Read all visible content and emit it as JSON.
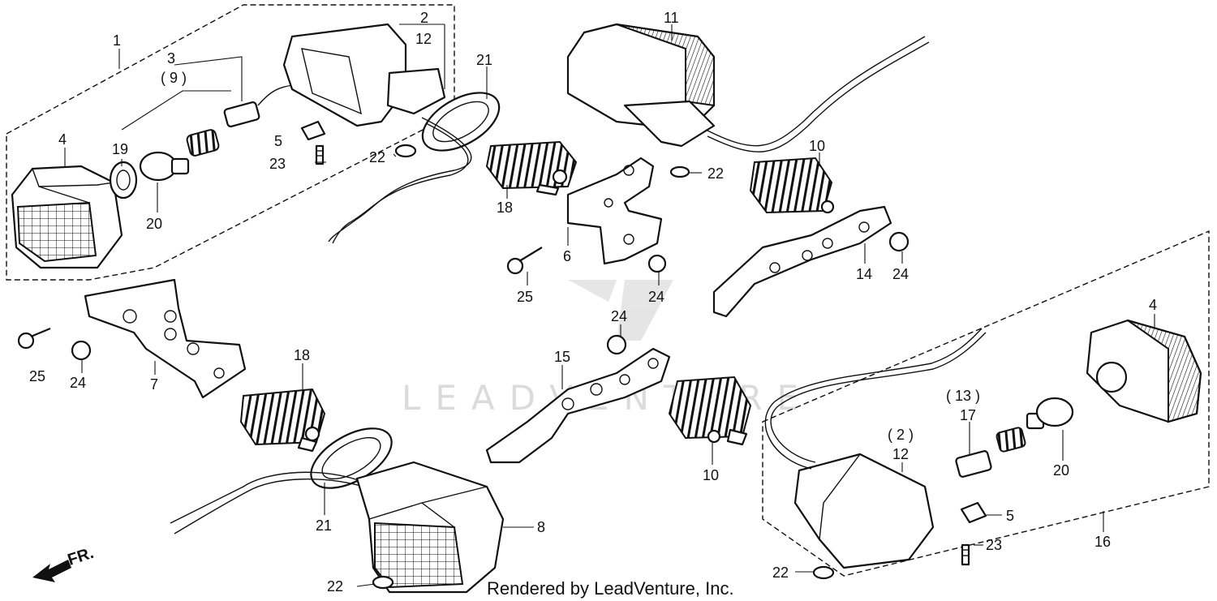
{
  "watermark": "LEADVENTURE",
  "footer": "Rendered by LeadVenture, Inc.",
  "direction_label": "FR.",
  "callouts": [
    {
      "id": "c1",
      "text": "1"
    },
    {
      "id": "c2a",
      "text": "2"
    },
    {
      "id": "c12a",
      "text": "12"
    },
    {
      "id": "c3",
      "text": "3"
    },
    {
      "id": "c9",
      "text": "( 9 )"
    },
    {
      "id": "c4a",
      "text": "4"
    },
    {
      "id": "c19",
      "text": "19"
    },
    {
      "id": "c20a",
      "text": "20"
    },
    {
      "id": "c5a",
      "text": "5"
    },
    {
      "id": "c23a",
      "text": "23"
    },
    {
      "id": "c21a",
      "text": "21"
    },
    {
      "id": "c22a",
      "text": "22"
    },
    {
      "id": "c11",
      "text": "11"
    },
    {
      "id": "c18a",
      "text": "18"
    },
    {
      "id": "c6",
      "text": "6"
    },
    {
      "id": "c25a",
      "text": "25"
    },
    {
      "id": "c24a",
      "text": "24"
    },
    {
      "id": "c22b",
      "text": "22"
    },
    {
      "id": "c10a",
      "text": "10"
    },
    {
      "id": "c14",
      "text": "14"
    },
    {
      "id": "c24b",
      "text": "24"
    },
    {
      "id": "c7",
      "text": "7"
    },
    {
      "id": "c25b",
      "text": "25"
    },
    {
      "id": "c24c",
      "text": "24"
    },
    {
      "id": "c18b",
      "text": "18"
    },
    {
      "id": "c24d",
      "text": "24"
    },
    {
      "id": "c15",
      "text": "15"
    },
    {
      "id": "c10b",
      "text": "10"
    },
    {
      "id": "c21b",
      "text": "21"
    },
    {
      "id": "c8",
      "text": "8"
    },
    {
      "id": "c22c",
      "text": "22"
    },
    {
      "id": "c4b",
      "text": "4"
    },
    {
      "id": "c13",
      "text": "( 13 )"
    },
    {
      "id": "c17",
      "text": "17"
    },
    {
      "id": "c2b",
      "text": "( 2 )"
    },
    {
      "id": "c12b",
      "text": "12"
    },
    {
      "id": "c20b",
      "text": "20"
    },
    {
      "id": "c5b",
      "text": "5"
    },
    {
      "id": "c23b",
      "text": "23"
    },
    {
      "id": "c16",
      "text": "16"
    },
    {
      "id": "c22d",
      "text": "22"
    }
  ]
}
